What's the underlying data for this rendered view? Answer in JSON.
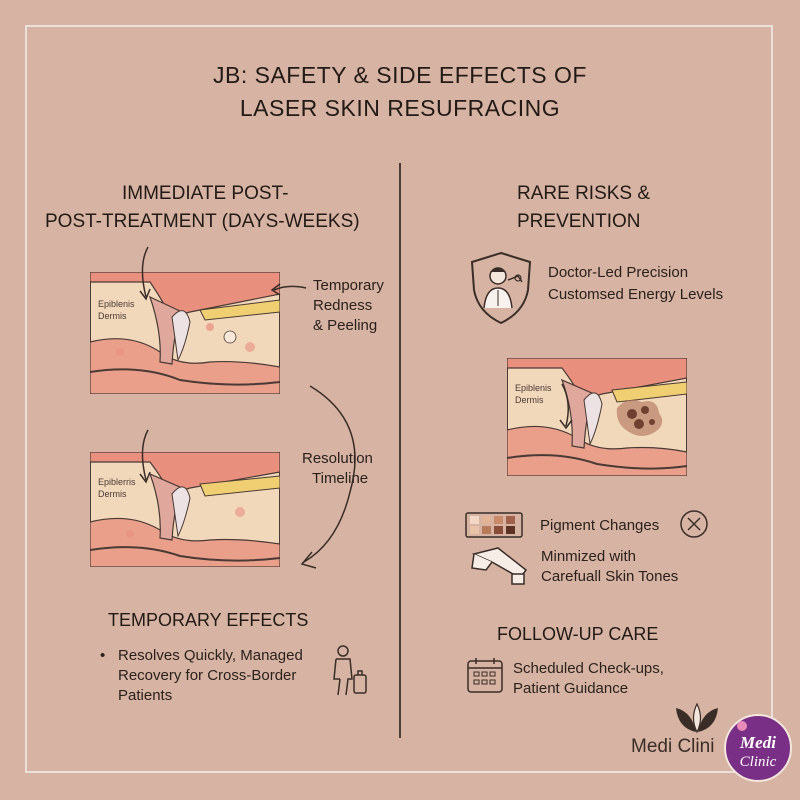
{
  "title": {
    "line1": "JB: SAFETY & SIDE EFFECTS OF",
    "line2": "LASER SKIN RESUFRACING"
  },
  "left": {
    "heading_line1": "IMMEDIATE POST-",
    "heading_line2": "POST-TREATMENT (DAYS-WEEKS)",
    "diagram1_labels": [
      "Epiblenis",
      "Dermis"
    ],
    "callout_redness": [
      "Temporary",
      "Redness",
      "& Peeling"
    ],
    "diagram2_labels": [
      "Epiblerris",
      "Dermis"
    ],
    "callout_timeline": [
      "Resolution",
      "Timeline"
    ],
    "effects_heading": "TEMPORARY EFFECTS",
    "bullet_lines": [
      "Resolves Quickly, Managed",
      "Recovery for Cross-Border",
      "Patients"
    ]
  },
  "right": {
    "heading_line1": "RARE RISKS &",
    "heading_line2": "PREVENTION",
    "doctor_lines": [
      "Doctor-Led Precision",
      "Customsed Energy Levels"
    ],
    "diagram_labels": [
      "Epiblenis",
      "Dermis"
    ],
    "pigment_label": "Pigment Changes",
    "minimized_lines": [
      "Minmized with",
      "Carefuall Skin Tones"
    ],
    "followup_heading": "FOLLOW-UP CARE",
    "followup_lines": [
      "Scheduled Check-ups,",
      "Patient Guidance"
    ]
  },
  "brand": {
    "footer_text": "Medi Clini",
    "logo_line1": "Medi",
    "logo_line2": "Clinic"
  },
  "icons": [
    "doctor-shield-icon",
    "cross-circle-icon",
    "laser-handpiece-icon",
    "calendar-icon",
    "traveler-luggage-icon",
    "leaf-logo-icon"
  ],
  "colors": {
    "background": "#d6b3a2",
    "skin_pink": "#e88f7e",
    "skin_cream": "#f2d8bb",
    "logo_purple": "#7a2f86"
  }
}
